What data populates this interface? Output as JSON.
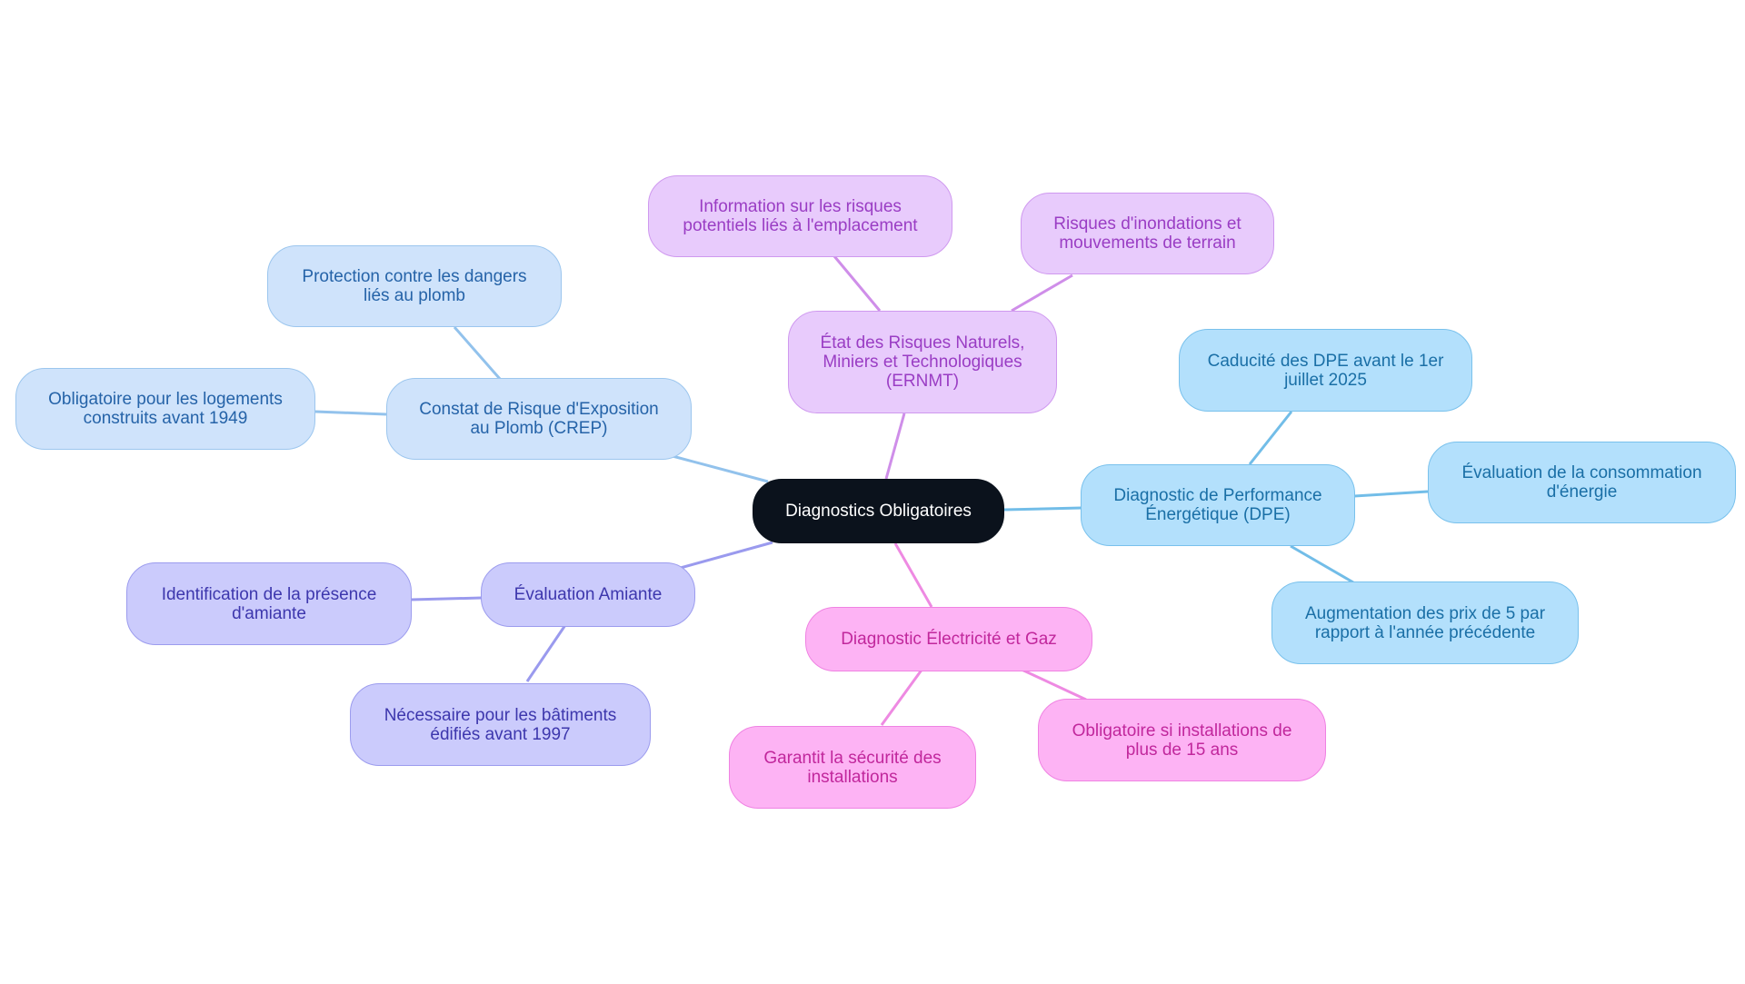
{
  "root": {
    "label": "Diagnostics Obligatoires",
    "color": "#0b121c"
  },
  "branches": {
    "crep": {
      "label_lines": [
        "Constat de Risque d'Exposition",
        "au Plomb (CREP)"
      ],
      "edge_color": "#92c2ec",
      "children": [
        [
          "Protection contre les dangers",
          "liés au plomb"
        ],
        [
          "Obligatoire pour les logements",
          "construits avant 1949"
        ]
      ]
    },
    "ernmt": {
      "label_lines": [
        "État des Risques Naturels,",
        "Miniers et Technologiques",
        "(ERNMT)"
      ],
      "edge_color": "#cf8ee9",
      "children": [
        [
          "Information sur les risques",
          "potentiels liés à l'emplacement"
        ],
        [
          "Risques d'inondations et",
          "mouvements de terrain"
        ]
      ]
    },
    "dpe": {
      "label_lines": [
        "Diagnostic de Performance",
        "Énergétique (DPE)"
      ],
      "edge_color": "#72bde8",
      "children": [
        [
          "Caducité des DPE avant le 1er",
          "juillet 2025"
        ],
        [
          "Évaluation de la consommation",
          "d'énergie"
        ],
        [
          "Augmentation des prix de 5 par",
          "rapport à l'année précédente"
        ]
      ]
    },
    "amiante": {
      "label_lines": [
        "Évaluation Amiante"
      ],
      "edge_color": "#9a9aee",
      "children": [
        [
          "Identification de la présence",
          "d'amiante"
        ],
        [
          "Nécessaire pour les bâtiments",
          "édifiés avant 1997"
        ]
      ]
    },
    "elec": {
      "label_lines": [
        "Diagnostic Électricité et Gaz"
      ],
      "edge_color": "#ee8ae2",
      "children": [
        [
          "Garantit la sécurité des",
          "installations"
        ],
        [
          "Obligatoire si installations de",
          "plus de 15 ans"
        ]
      ]
    }
  }
}
